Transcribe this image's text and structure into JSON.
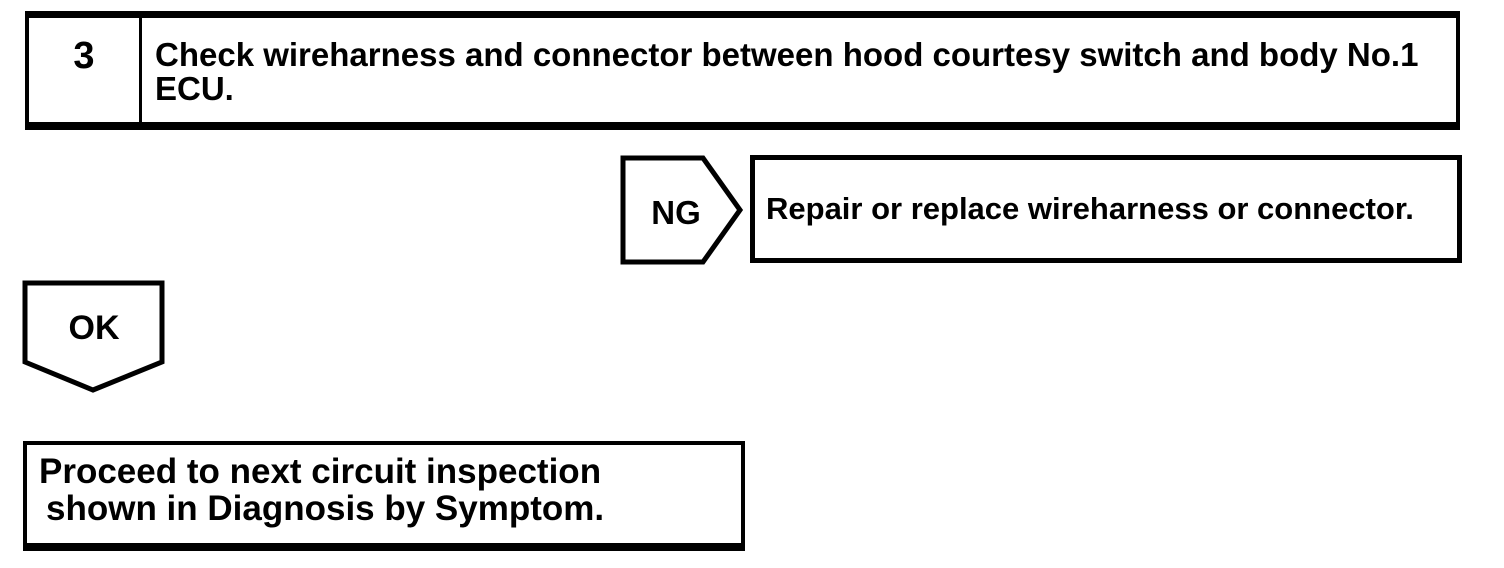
{
  "page": {
    "background": "#ffffff",
    "ink": "#000000",
    "kind": "scanned service-manual troubleshooting flowchart"
  },
  "flowchart": {
    "step_box": {
      "number": "3",
      "instruction": "Check wireharness and connector between hood courtesy switch and body No.1 ECU.",
      "lines": [
        "Check wireharness and connector between hood courtesy switch and body No.1",
        "ECU."
      ]
    },
    "ng_branch": {
      "label": "NG",
      "action": "Repair or replace wireharness or connector."
    },
    "ok_branch": {
      "label": "OK",
      "action": "Proceed to next circuit inspection shown in Diagnosis by Symptom.",
      "lines": [
        "Proceed to next circuit inspection",
        "shown in Diagnosis by Symptom."
      ]
    }
  }
}
